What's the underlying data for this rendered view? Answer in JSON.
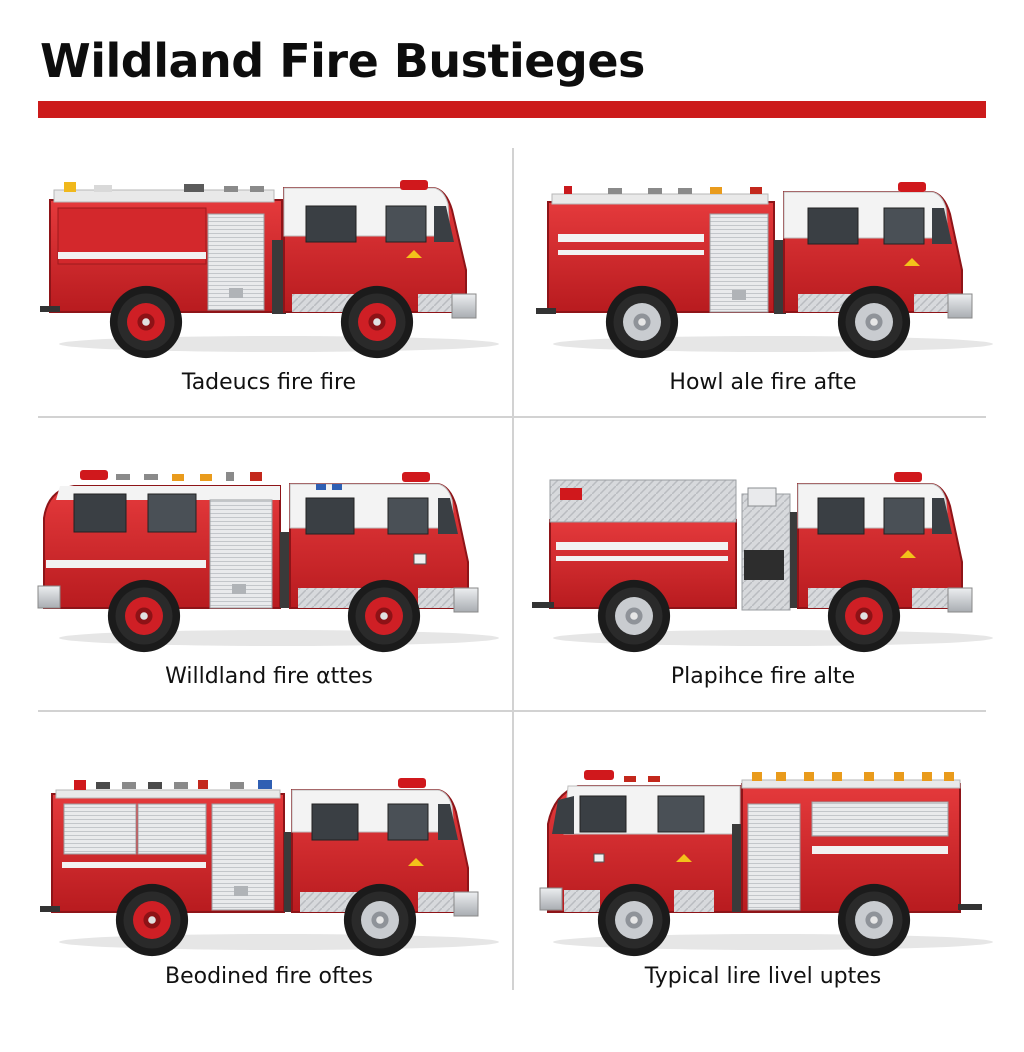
{
  "page": {
    "title": "Wildland Fire Bustieges",
    "accent_color": "#cc1b1b"
  },
  "grid": {
    "items": [
      {
        "caption": "Tadeucs fire fire",
        "icon": "fire-truck-icon",
        "style": "pumper-rear-body"
      },
      {
        "caption": "Howl ale fire afte",
        "icon": "fire-truck-icon",
        "style": "pumper-rear-body"
      },
      {
        "caption": "Willdland  fire αttes",
        "icon": "fire-truck-icon",
        "style": "crew-cab-pumper"
      },
      {
        "caption": "Plapihce fire alte",
        "icon": "fire-truck-icon",
        "style": "diamond-plate-utility"
      },
      {
        "caption": "Beodined fire  oftes",
        "icon": "fire-truck-icon",
        "style": "pumper-rear-body"
      },
      {
        "caption": "Typical lire livel uptes",
        "icon": "fire-truck-icon",
        "style": "front-cab-facing-left"
      }
    ]
  },
  "colors": {
    "truck_red": "#d8262a",
    "cab_white": "#f4f4f4",
    "chrome": "#cfd2d6",
    "divider": "#d2d2d2"
  }
}
